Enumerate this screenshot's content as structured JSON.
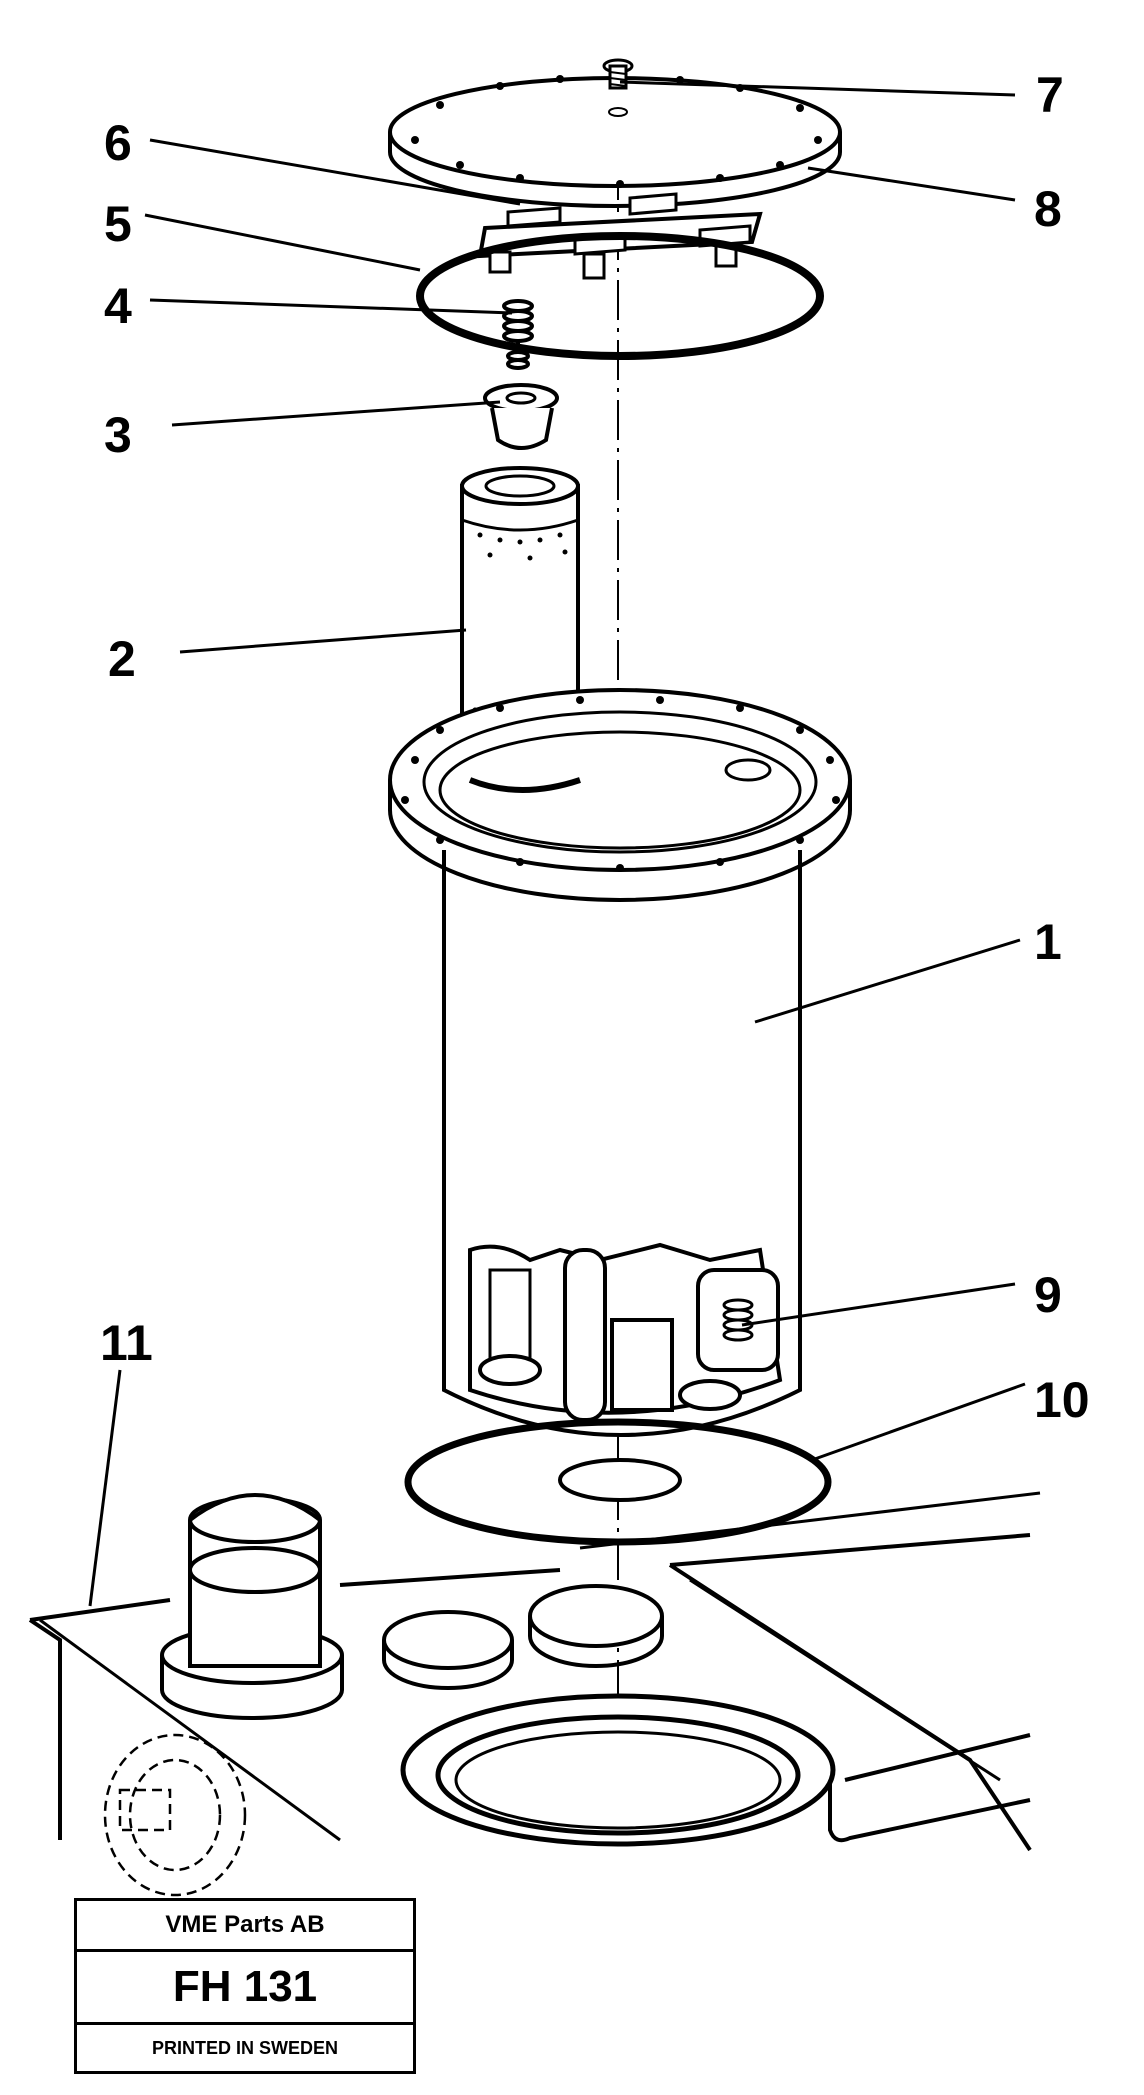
{
  "diagram": {
    "callouts": [
      {
        "id": "1",
        "label": "1"
      },
      {
        "id": "2",
        "label": "2"
      },
      {
        "id": "3",
        "label": "3"
      },
      {
        "id": "4",
        "label": "4"
      },
      {
        "id": "5",
        "label": "5"
      },
      {
        "id": "6",
        "label": "6"
      },
      {
        "id": "7",
        "label": "7"
      },
      {
        "id": "8",
        "label": "8"
      },
      {
        "id": "9",
        "label": "9"
      },
      {
        "id": "10",
        "label": "10"
      },
      {
        "id": "11",
        "label": "11"
      }
    ]
  },
  "title_block": {
    "company": "VME Parts AB",
    "code": "FH 131",
    "printed": "PRINTED IN SWEDEN"
  }
}
